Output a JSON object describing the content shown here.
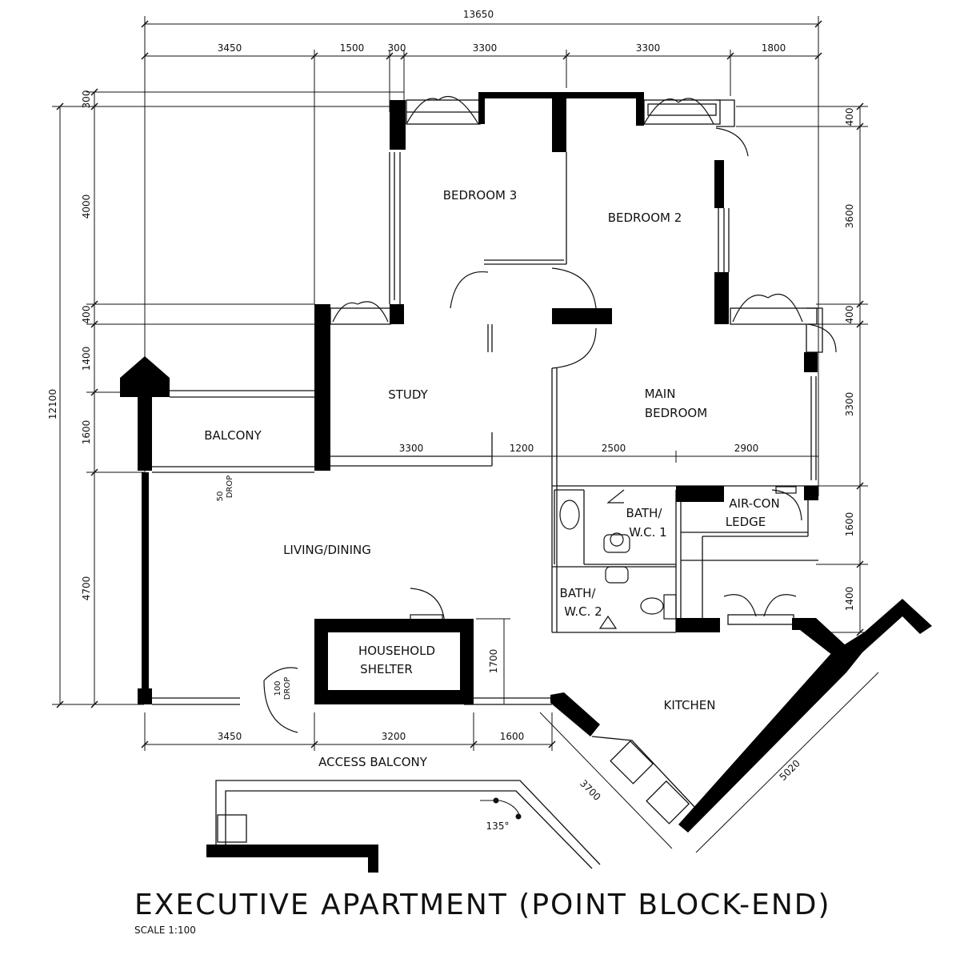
{
  "title": "EXECUTIVE APARTMENT (POINT BLOCK-END)",
  "scale": "SCALE  1:100",
  "rooms": {
    "bedroom3": "BEDROOM 3",
    "bedroom2": "BEDROOM 2",
    "study": "STUDY",
    "main_bedroom_1": "MAIN",
    "main_bedroom_2": "BEDROOM",
    "balcony": "BALCONY",
    "living_dining": "LIVING/DINING",
    "bath1_1": "BATH/",
    "bath1_2": "W.C. 1",
    "bath2_1": "BATH/",
    "bath2_2": "W.C. 2",
    "aircon_1": "AIR-CON",
    "aircon_2": "LEDGE",
    "shelter_1": "HOUSEHOLD",
    "shelter_2": "SHELTER",
    "kitchen": "KITCHEN",
    "access_balcony": "ACCESS  BALCONY"
  },
  "dimensions": {
    "total_width": "13650",
    "top": [
      "3450",
      "1500",
      "300",
      "3300",
      "3300",
      "1800"
    ],
    "left_total": "12100",
    "left": [
      "300",
      "4000",
      "400",
      "1400",
      "1600",
      "4700"
    ],
    "right": [
      "400",
      "3600",
      "400",
      "3300",
      "1600",
      "1400"
    ],
    "bottom": [
      "3450",
      "3200",
      "1600"
    ],
    "interior": [
      "3300",
      "1200",
      "2500",
      "2900"
    ],
    "shelter_height": "1700",
    "kitchen_a": "3700",
    "kitchen_b": "5020",
    "angle": "135°"
  },
  "notes": {
    "drop50_a": "50",
    "drop50_b": "DROP",
    "drop100_a": "100",
    "drop100_b": "DROP"
  }
}
